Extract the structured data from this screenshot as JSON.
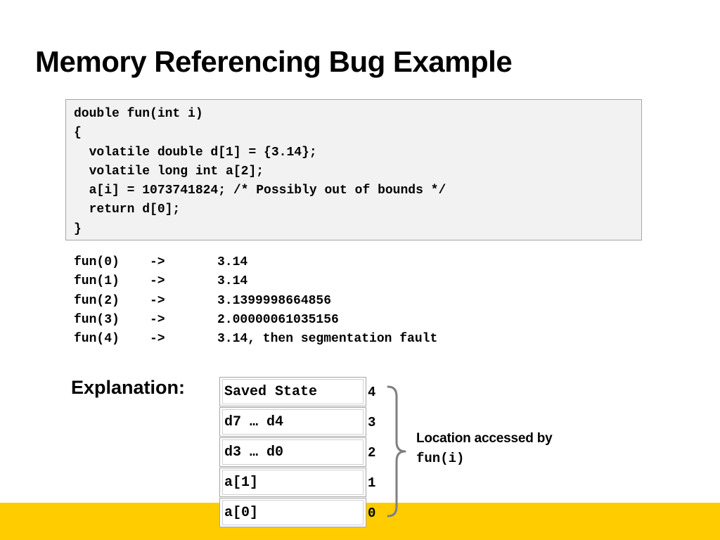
{
  "slide": {
    "title": "Memory Referencing Bug Example"
  },
  "code": {
    "lines": [
      "double fun(int i)",
      "{",
      "  volatile double d[1] = {3.14};",
      "  volatile long int a[2];",
      "  a[i] = 1073741824; /* Possibly out of bounds */",
      "  return d[0];",
      "}"
    ]
  },
  "results": [
    {
      "call": "fun(0)",
      "arrow": "->",
      "value": "3.14"
    },
    {
      "call": "fun(1)",
      "arrow": "->",
      "value": "3.14"
    },
    {
      "call": "fun(2)",
      "arrow": "->",
      "value": "3.1399998664856"
    },
    {
      "call": "fun(3)",
      "arrow": "->",
      "value": "2.00000061035156"
    },
    {
      "call": "fun(4)",
      "arrow": "->",
      "value": "3.14, then segmentation fault"
    }
  ],
  "explanation": {
    "label": "Explanation:",
    "cells": [
      "Saved State",
      "d7 … d4",
      "d3 … d0",
      "a[1]",
      "a[0]"
    ],
    "indices": [
      "4",
      "3",
      "2",
      "1",
      "0"
    ],
    "note_line1": "Location accessed by",
    "note_line2": "fun(i)"
  },
  "colors": {
    "footer_bar": "#ffcc00",
    "code_background": "#f2f2f2",
    "border": "#a6a6a6"
  }
}
